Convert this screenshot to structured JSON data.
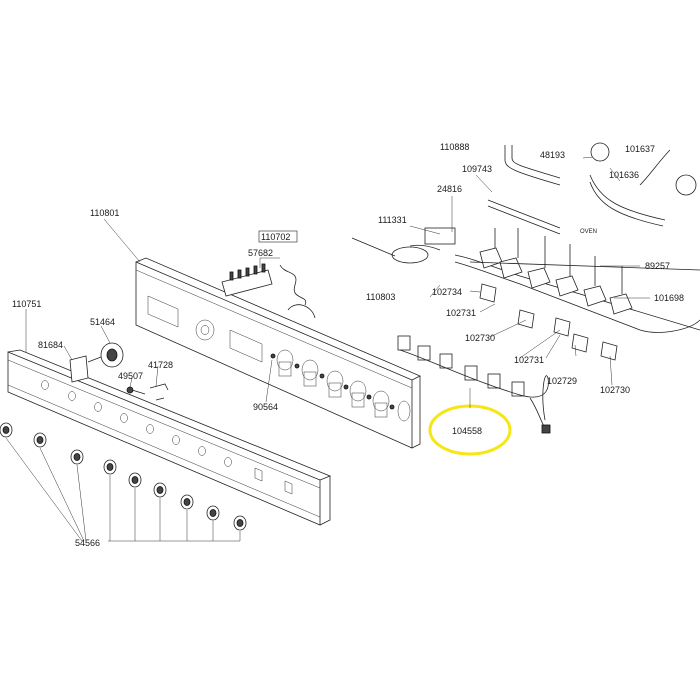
{
  "labels": {
    "l110801": "110801",
    "l110702": "110702",
    "l57682": "57682",
    "l110751": "110751",
    "l51464": "51464",
    "l81684": "81684",
    "l41728": "41728",
    "l49507": "49507",
    "l90564": "90564",
    "l54566": "54566",
    "l111331": "111331",
    "l24816": "24816",
    "l109743": "109743",
    "l48193": "48193",
    "l101636": "101636",
    "l101637": "101637",
    "l89257": "89257",
    "l101698": "101698",
    "l110803": "110803",
    "l102734": "102734",
    "l102731a": "102731",
    "l102730a": "102730",
    "l102731b": "102731",
    "l102729": "102729",
    "l102730b": "102730",
    "l104558": "104558",
    "l110888": "110888",
    "oven": "OVEN"
  },
  "highlight_color": "#f5e614"
}
